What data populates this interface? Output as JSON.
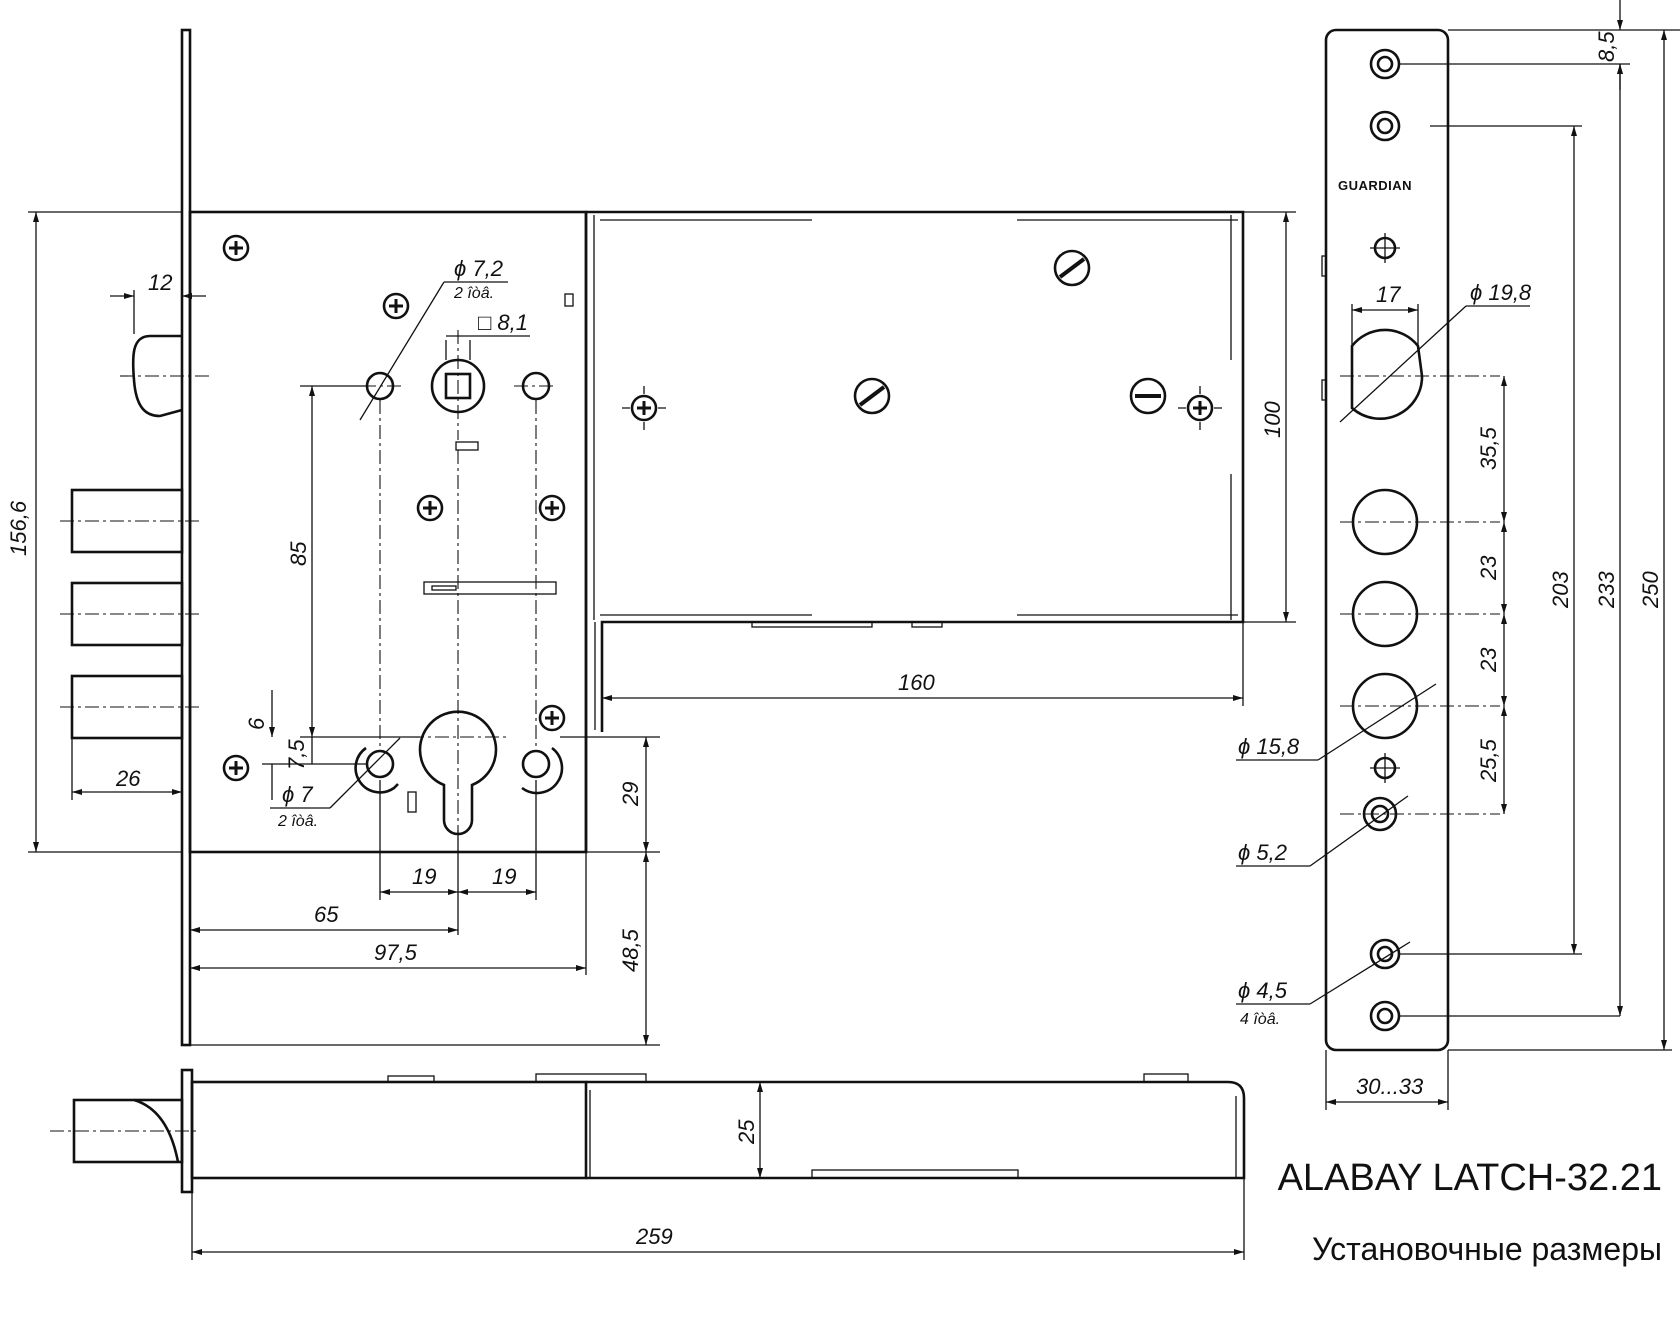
{
  "title": "ALABAY LATCH-32.21",
  "subtitle": "Установочные размеры",
  "brand_mark": "GUARDIAN",
  "front_view": {
    "dims": {
      "d_latch_width": "12",
      "d_height_total": "156,6",
      "d_bolt_length": "26",
      "d_hole_72": "ϕ 7,2",
      "d_hole_72_note": "2 îòâ.",
      "d_square": "□ 8,1",
      "d_85": "85",
      "d_6": "6",
      "d_75": "7,5",
      "d_hole_7": "ϕ 7",
      "d_hole_7_note": "2 îòâ.",
      "d_19a": "19",
      "d_19b": "19",
      "d_65": "65",
      "d_975": "97,5",
      "d_29": "29",
      "d_485": "48,5",
      "d_160": "160",
      "d_100": "100"
    }
  },
  "top_view": {
    "dims": {
      "d_25": "25",
      "d_259": "259"
    }
  },
  "faceplate": {
    "dims": {
      "d_85": "8,5",
      "d_17": "17",
      "d_198": "ϕ 19,8",
      "d_355": "35,5",
      "d_23a": "23",
      "d_23b": "23",
      "d_255": "25,5",
      "d_158": "ϕ 15,8",
      "d_52": "ϕ 5,2",
      "d_45": "ϕ 4,5",
      "d_45_note": "4 îòâ.",
      "d_203": "203",
      "d_233": "233",
      "d_250": "250",
      "d_width": "30...33"
    }
  }
}
